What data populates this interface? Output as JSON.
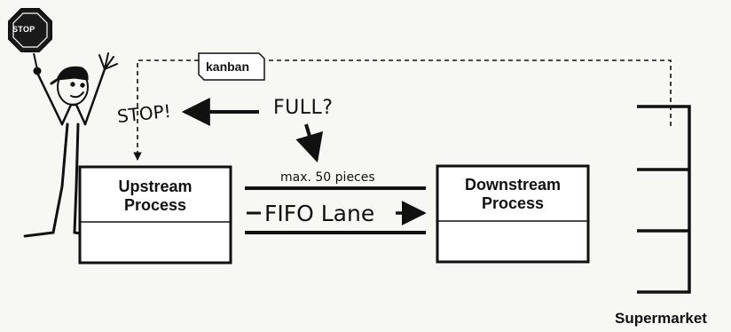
{
  "stop_sign": {
    "text": "STOP",
    "icon": "stop-sign-icon",
    "color": "#1a1a1a"
  },
  "kanban_label": "kanban",
  "stop_shout": "STOP!",
  "full_question": "FULL?",
  "upstream": {
    "line1": "Upstream",
    "line2": "Process"
  },
  "downstream": {
    "line1": "Downstream",
    "line2": "Process"
  },
  "max_label": "max. 50 pieces",
  "fifo_label": "FIFO Lane",
  "supermarket_label": "Supermarket"
}
